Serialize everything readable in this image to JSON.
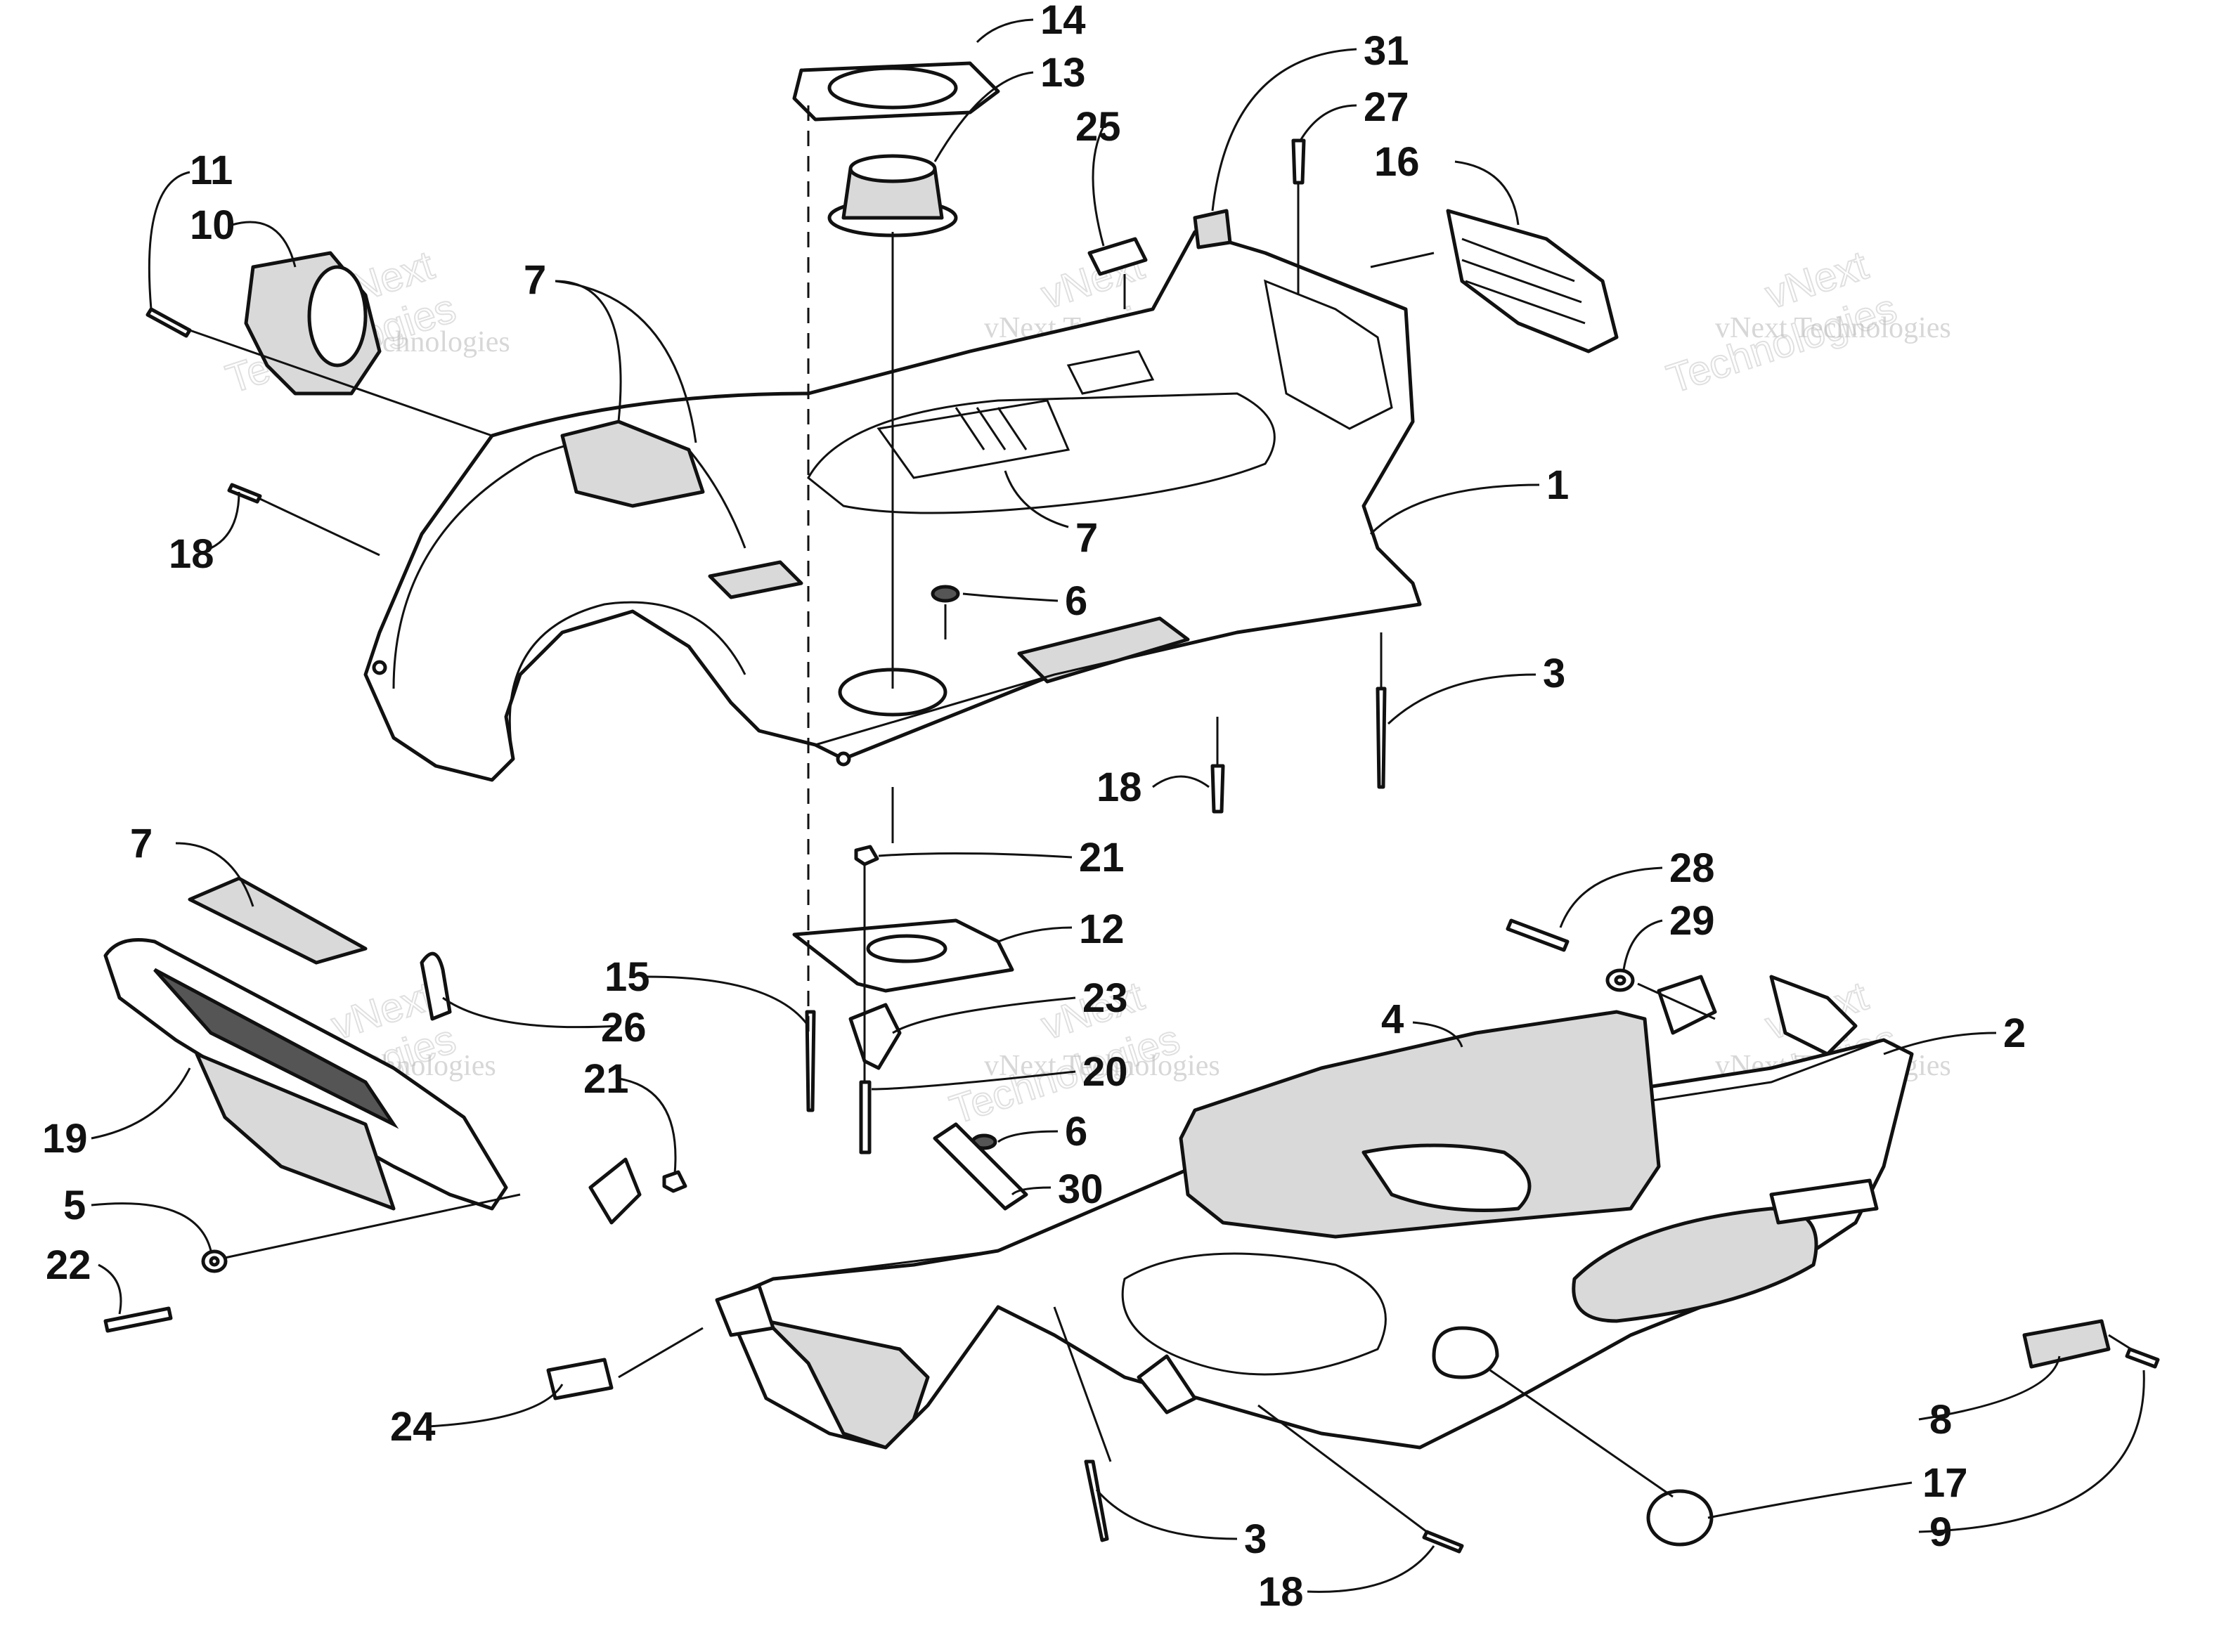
{
  "watermark": {
    "line1": "vNext",
    "line2": "Technologies",
    "full": "vNext Technologies"
  },
  "callouts": {
    "c1": "1",
    "c2": "2",
    "c3a": "3",
    "c3b": "3",
    "c4": "4",
    "c5": "5",
    "c6a": "6",
    "c6b": "6",
    "c7a": "7",
    "c7b": "7",
    "c7c": "7",
    "c8": "8",
    "c9": "9",
    "c10": "10",
    "c11": "11",
    "c12": "12",
    "c13": "13",
    "c14": "14",
    "c15": "15",
    "c16": "16",
    "c17": "17",
    "c18a": "18",
    "c18b": "18",
    "c18c": "18",
    "c19": "19",
    "c20": "20",
    "c21a": "21",
    "c21b": "21",
    "c22": "22",
    "c23": "23",
    "c24": "24",
    "c25": "25",
    "c26": "26",
    "c27": "27",
    "c28": "28",
    "c29": "29",
    "c30": "30",
    "c31": "31"
  }
}
